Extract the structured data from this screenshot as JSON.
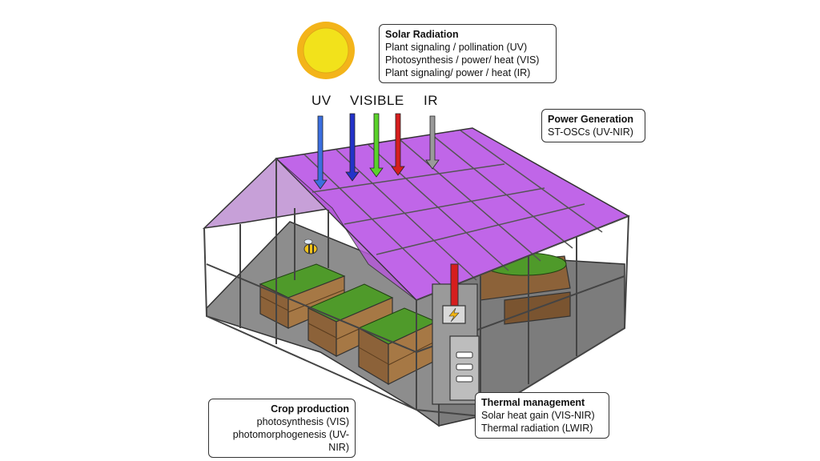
{
  "bands": {
    "uv": "UV",
    "visible": "VISIBLE",
    "ir": "IR"
  },
  "solar": {
    "title": "Solar Radiation",
    "lines": [
      "Plant signaling / pollination (UV)",
      "Photosynthesis / power/ heat (VIS)",
      "Plant signaling/ power / heat (IR)"
    ]
  },
  "power": {
    "title": "Power Generation",
    "lines": [
      "ST-OSCs (UV-NIR)"
    ]
  },
  "crop": {
    "title": "Crop production",
    "lines": [
      "photosynthesis (VIS)",
      "photomorphogenesis (UV-NIR)"
    ]
  },
  "thermal": {
    "title": "Thermal management",
    "lines": [
      "Solar heat gain (VIS-NIR)",
      "Thermal radiation (LWIR)"
    ]
  },
  "colors": {
    "roof": "#c27ae6",
    "sun": "#f2e21b",
    "sun_rays": "#f3b41a",
    "uv_arrow": "#3b6fe0",
    "violet_arrow": "#2333c9",
    "green_arrow": "#5ad22a",
    "red_arrow": "#d61e1e",
    "ir_arrow": "#9a9a9a",
    "plants": "#4f9a2a",
    "planter": "#8c6239",
    "floor": "#8a8a8a"
  },
  "icons": [
    "sun-icon",
    "bee-icon",
    "lightning-icon",
    "electrical-cabinet-icon"
  ]
}
